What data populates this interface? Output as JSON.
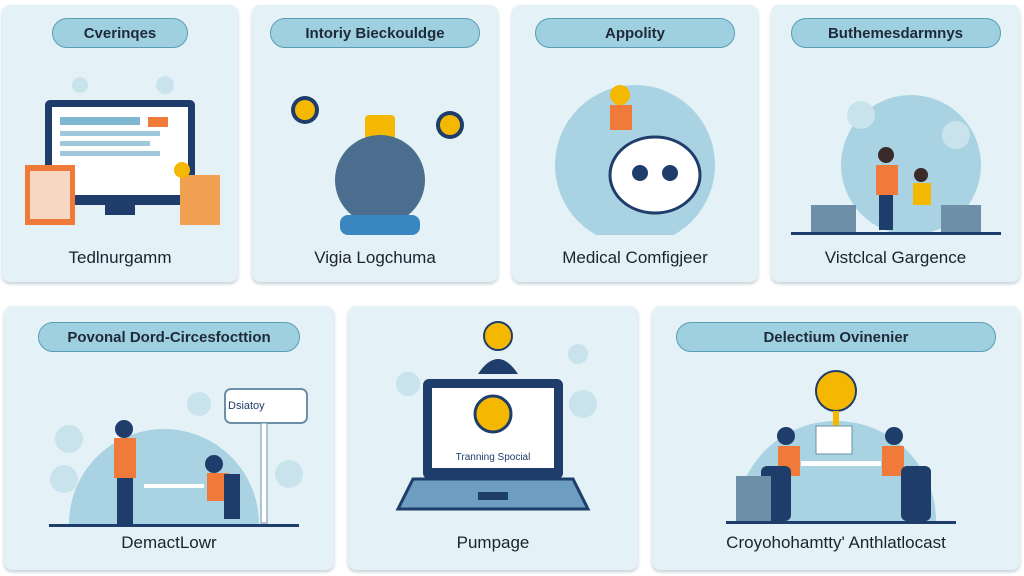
{
  "cards": [
    {
      "title": "Cverinqes",
      "caption": "Tedlnurgamm"
    },
    {
      "title": "Intoriy Bieckouldge",
      "caption": "Vigia Logchuma"
    },
    {
      "title": "Appolity",
      "caption": "Medical Comfigjeer"
    },
    {
      "title": "Buthemesdarmnys",
      "caption": "Vistclcal Gargence"
    },
    {
      "title": "Povonal Dord-Circesfocttion",
      "caption": "DemactLowr",
      "sign_text": "Dsiatoy"
    },
    {
      "title": "",
      "caption": "Pumpage",
      "screen_text": "Tranning Spocial"
    },
    {
      "title": "Delectium Ovinenier",
      "caption": "Croyohohamtty' Anthlatlocast"
    }
  ],
  "colors": {
    "card": "#e4f1f6",
    "pill": "#9fd0df",
    "accent": "#f07a3a",
    "navy": "#1f3d6b"
  }
}
